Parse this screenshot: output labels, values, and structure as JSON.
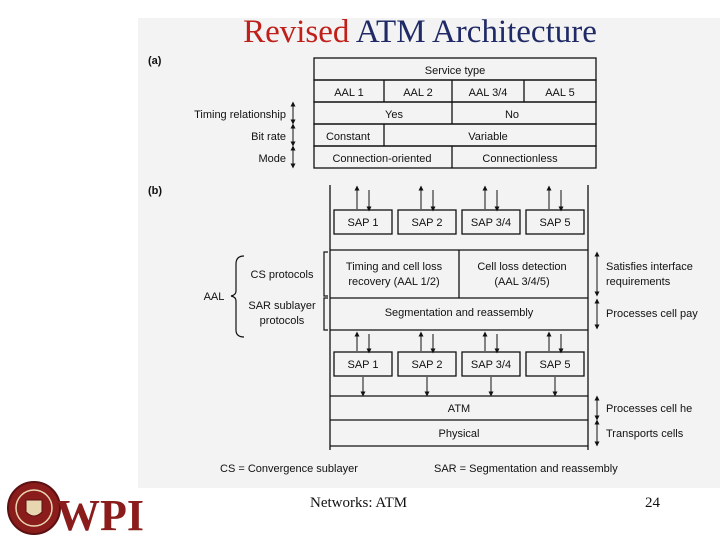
{
  "slide": {
    "title_part1": "Revised",
    "title_part2": "ATM Architecture",
    "footer_course": "Networks: ATM",
    "page_number": "24",
    "logo_text": "WPI"
  },
  "part_a": {
    "label": "(a)",
    "service_type": "Service type",
    "aal_types": [
      "AAL 1",
      "AAL 2",
      "AAL 3/4",
      "AAL 5"
    ],
    "row_labels": [
      "Timing relationship",
      "Bit rate",
      "Mode"
    ],
    "timing": [
      "Yes",
      "No"
    ],
    "bit_rate": [
      "Constant",
      "Variable"
    ],
    "mode": [
      "Connection-oriented",
      "Connectionless"
    ]
  },
  "part_b": {
    "label": "(b)",
    "saps_top": [
      "SAP 1",
      "SAP 2",
      "SAP 3/4",
      "SAP 5"
    ],
    "saps_bottom": [
      "SAP 1",
      "SAP 2",
      "SAP 3/4",
      "SAP 5"
    ],
    "cs_left": "Timing and cell loss recovery (AAL 1/2)",
    "cs_left_line1": "Timing and cell loss",
    "cs_left_line2": "recovery (AAL 1/2)",
    "cs_right_line1": "Cell loss detection",
    "cs_right_line2": "(AAL 3/4/5)",
    "sar": "Segmentation and reassembly",
    "atm": "ATM",
    "physical": "Physical",
    "aal_label": "AAL",
    "cs_protocols": "CS protocols",
    "sar_protocols_line1": "SAR sublayer",
    "sar_protocols_line2": "protocols",
    "right_labels": {
      "satisfies_line1": "Satisfies interface",
      "satisfies_line2": "requirements",
      "processes_payload": "Processes cell pay",
      "processes_header": "Processes cell he",
      "transports": "Transports cells"
    },
    "legend_cs": "CS = Convergence sublayer",
    "legend_sar": "SAR = Segmentation and reassembly"
  }
}
